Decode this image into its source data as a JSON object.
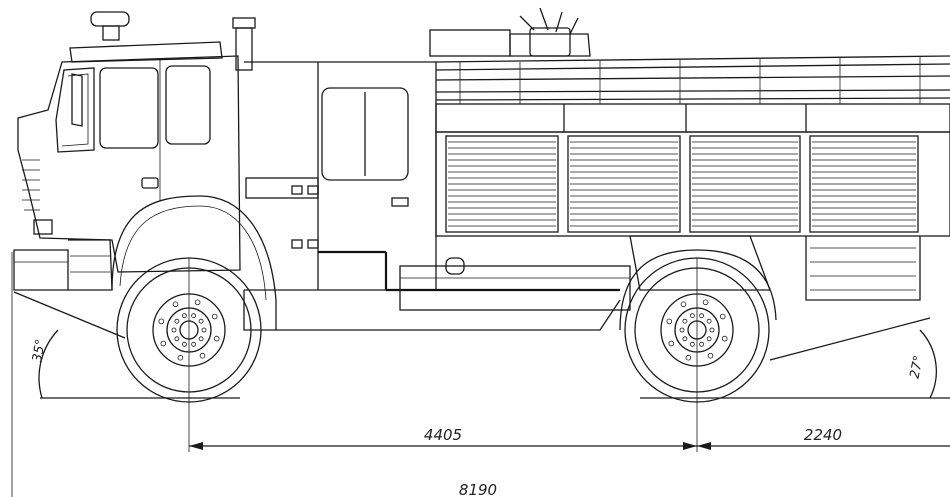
{
  "dimensions": {
    "wheelbase": "4405",
    "rear_overhang": "2240",
    "overall_length": "8190"
  },
  "angles": {
    "approach": "35°",
    "departure": "27°"
  },
  "colors": {
    "line": "#1a1a1a",
    "background": "#ffffff"
  }
}
